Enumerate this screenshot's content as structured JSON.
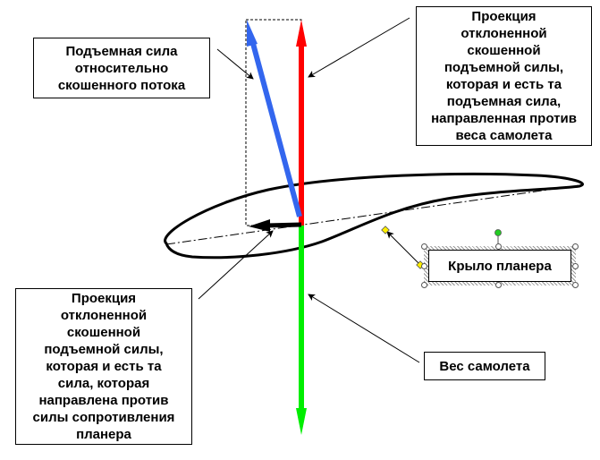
{
  "labels": {
    "lift_relative": [
      "Подъемная сила",
      "относительно",
      "скошенного потока"
    ],
    "vertical_projection": [
      "Проекция",
      "отклоненной",
      "скошенной",
      "подъемной силы,",
      "которая и есть та",
      "подъемная сила,",
      "направленная против",
      "веса самолета"
    ],
    "horizontal_projection": [
      "Проекция",
      "отклоненной",
      "скошенной",
      "подъемной силы,",
      "которая и есть та",
      "сила, которая",
      "направлена против",
      "силы сопротивления",
      "планера"
    ],
    "weight": "Вес самолета",
    "wing": "Крыло планера"
  },
  "colors": {
    "lift_vertical": "#ff0000",
    "lift_skewed": "#3366ee",
    "weight": "#00ee00",
    "drag_component": "#000000"
  }
}
